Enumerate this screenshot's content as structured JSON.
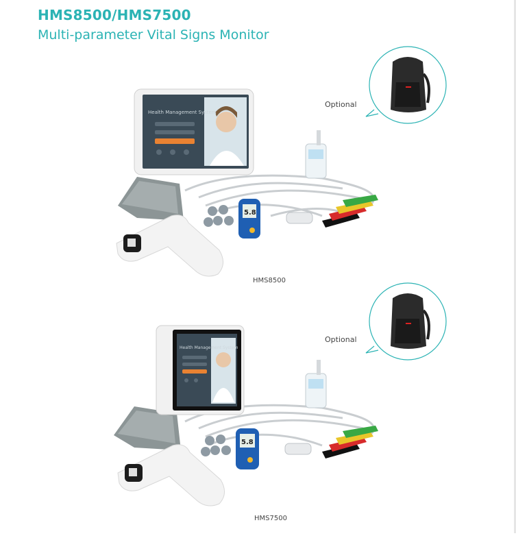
{
  "header": {
    "title": "HMS8500/HMS7500",
    "subtitle": "Multi-parameter Vital Signs Monitor"
  },
  "products": [
    {
      "optional_label": "Optional",
      "model_label": "HMS8500",
      "tablet_screen_text": "Health Management System",
      "glucose_reading": "5.8",
      "accessory_icon": "backpack-icon"
    },
    {
      "optional_label": "Optional",
      "model_label": "HMS7500",
      "tablet_screen_text": "Health Management System",
      "glucose_reading": "5.8",
      "accessory_icon": "backpack-icon"
    }
  ],
  "colors": {
    "accent": "#2bb3b4",
    "bubble_border": "#2bb3b4"
  }
}
